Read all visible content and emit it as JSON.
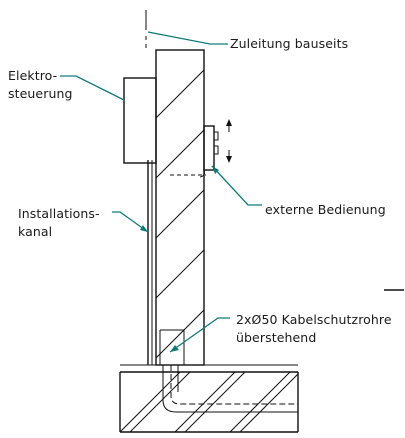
{
  "labels": {
    "zuleitung": "Zuleitung bauseits",
    "elektro_line1": "Elektro-",
    "elektro_line2": "steuerung",
    "externe": "externe Bedienung",
    "install_line1": "Installations-",
    "install_line2": "kanal",
    "kabel_line1": "2xØ50 Kabelschutzrohre",
    "kabel_line2": "überstehend"
  },
  "colors": {
    "leader": "#0f7a7a",
    "line": "#111111",
    "background": "#ffffff"
  },
  "icons": {
    "double_arrow": "up-down-arrow"
  }
}
